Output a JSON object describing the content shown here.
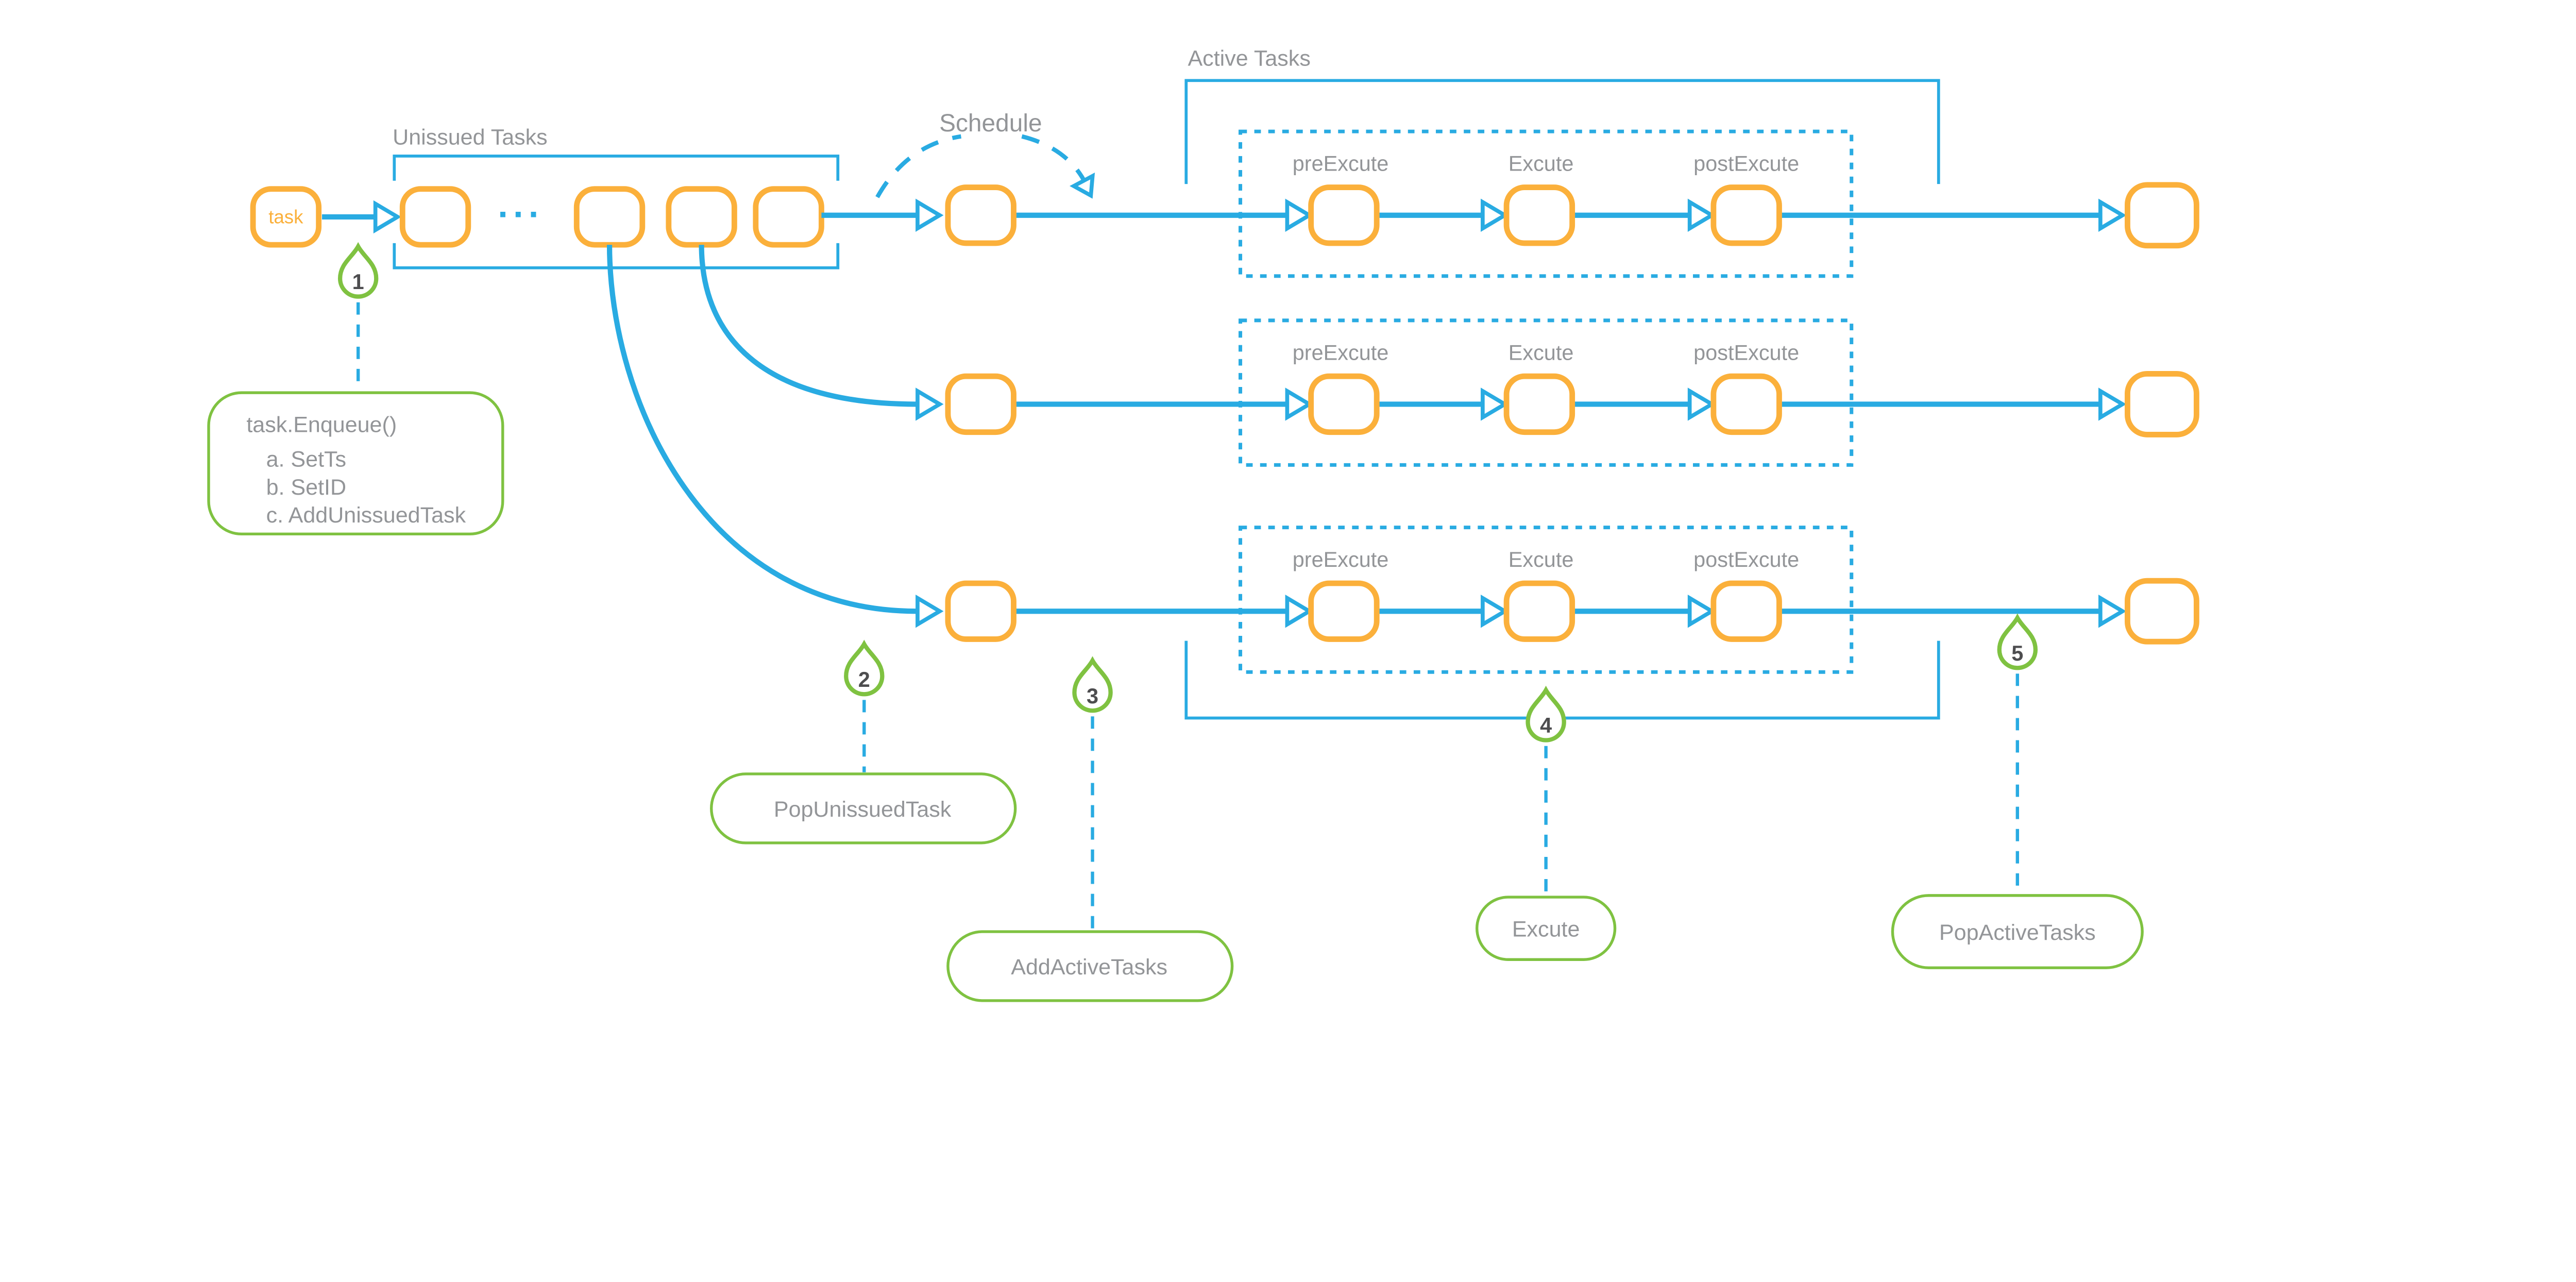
{
  "colors": {
    "blue": "#29ABE2",
    "orange": "#FBB03B",
    "green": "#7FC241",
    "gray": "#939598",
    "dark": "#4D4D4F",
    "bg": "#FFFFFF"
  },
  "labels": {
    "unissued": "Unissued Tasks",
    "schedule": "Schedule",
    "active": "Active Tasks",
    "task_node": "task",
    "queue_ellipsis": "···"
  },
  "lanes": {
    "stages": [
      "preExcute",
      "Excute",
      "postExcute"
    ]
  },
  "steps": [
    {
      "num": "1",
      "lines": [
        "task.Enqueue()",
        "a. SetTs",
        "b. SetID",
        "c. AddUnissuedTask"
      ]
    },
    {
      "num": "2",
      "lines": [
        "PopUnissuedTask"
      ]
    },
    {
      "num": "3",
      "lines": [
        "AddActiveTasks"
      ]
    },
    {
      "num": "4",
      "lines": [
        "Excute"
      ]
    },
    {
      "num": "5",
      "lines": [
        "PopActiveTasks"
      ]
    }
  ]
}
